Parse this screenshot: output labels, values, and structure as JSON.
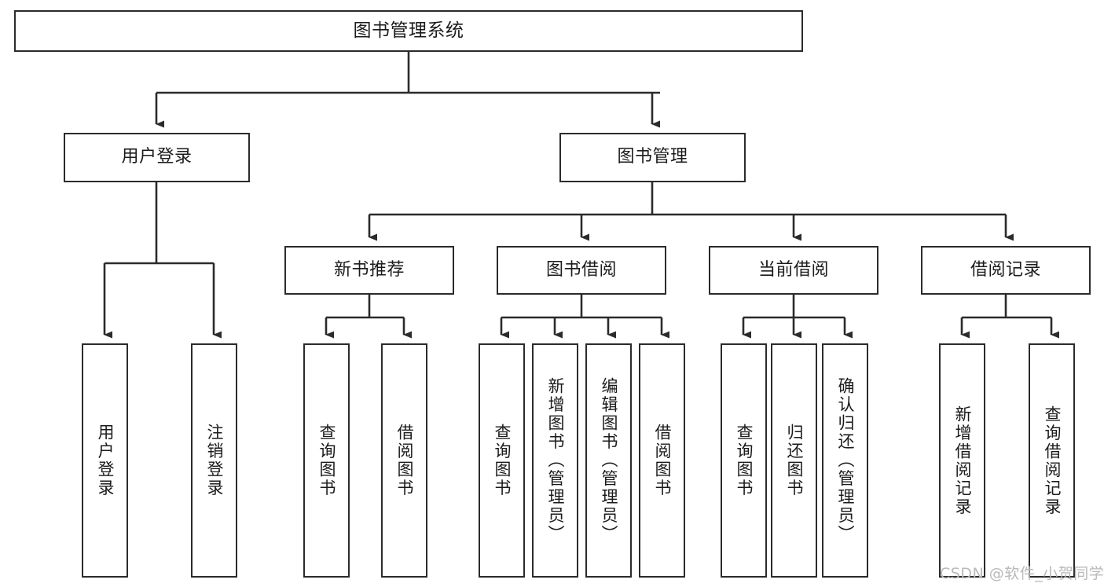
{
  "diagram": {
    "title": "图书管理系统",
    "type": "tree-hierarchy",
    "watermark": "CSDN @软件_小贺同学",
    "colors": {
      "stroke": "#2b2b2b",
      "fill": "#ffffff",
      "text": "#1b1b1b",
      "watermark": "#b9b9b9"
    },
    "nodes": {
      "root": {
        "label": "图书管理系统"
      },
      "level2": [
        {
          "label": "用户登录"
        },
        {
          "label": "图书管理"
        }
      ],
      "level3": [
        {
          "label": "新书推荐"
        },
        {
          "label": "图书借阅"
        },
        {
          "label": "当前借阅"
        },
        {
          "label": "借阅记录"
        }
      ],
      "leaves": {
        "user_login": [
          {
            "label": "用户登录"
          },
          {
            "label": "注销登录"
          }
        ],
        "new_book_recommend": [
          {
            "label": "查询图书"
          },
          {
            "label": "借阅图书"
          }
        ],
        "book_borrow": [
          {
            "label": "查询图书"
          },
          {
            "label": "新增图书（管理员）"
          },
          {
            "label": "编辑图书（管理员）"
          },
          {
            "label": "借阅图书"
          }
        ],
        "current_borrow": [
          {
            "label": "查询图书"
          },
          {
            "label": "归还图书"
          },
          {
            "label": "确认归还（管理员）"
          }
        ],
        "borrow_record": [
          {
            "label": "新增借阅记录"
          },
          {
            "label": "查询借阅记录"
          }
        ]
      }
    }
  }
}
